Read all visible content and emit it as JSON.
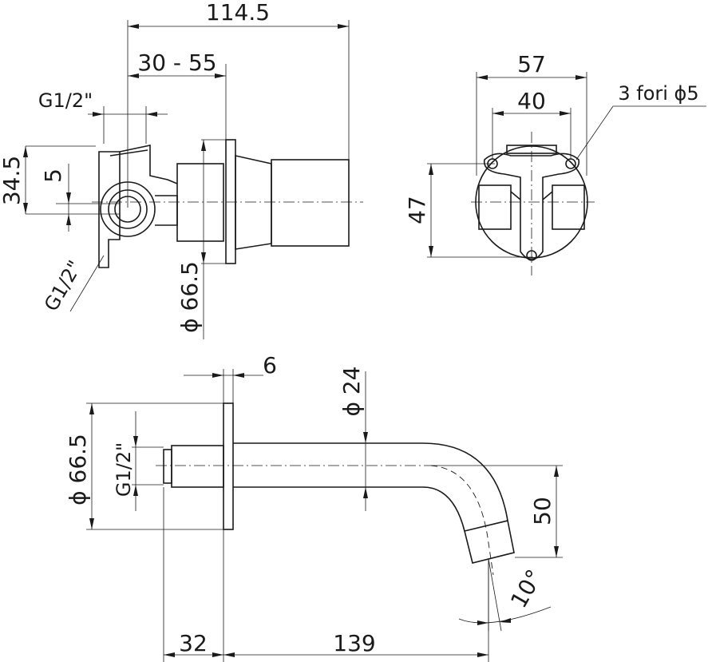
{
  "dimensions": {
    "overall_length": "114.5",
    "adjust_range": "30 - 55",
    "inlet_thread_top": "G1/2\"",
    "height_34_5": "34.5",
    "offset_5": "5",
    "inlet_thread_side": "G1/2\"",
    "plate_diameter_top": "ϕ 66.5",
    "width_57": "57",
    "width_40": "40",
    "holes_note": "3 fori ϕ5",
    "height_47": "47",
    "plate_thickness": "6",
    "spout_diameter": "ϕ 24",
    "plate_diameter_bottom": "ϕ 66.5",
    "spout_thread": "G1/2\"",
    "spout_drop": "50",
    "spout_angle": "10°",
    "inlet_depth": "32",
    "spout_length": "139"
  }
}
